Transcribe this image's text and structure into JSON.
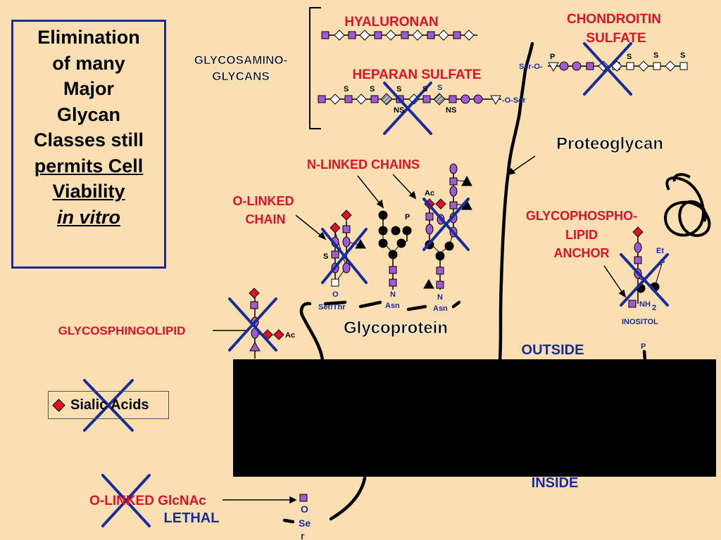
{
  "info_box": {
    "lines": [
      "Elimination",
      "of many",
      "Major",
      "Glycan",
      "Classes still",
      "permits Cell",
      "Viability",
      "in vitro"
    ]
  },
  "labels": {
    "glycosaminoglycans_1": "GLYCOSAMINO-",
    "glycosaminoglycans_2": "GLYCANS",
    "hyaluronan": "HYALURONAN",
    "heparan_sulfate": "HEPARAN SULFATE",
    "chondroitin_1": "CHONDROITIN",
    "chondroitin_2": "SULFATE",
    "proteoglycan": "Proteoglycan",
    "n_linked": "N-LINKED CHAINS",
    "o_linked_1": "O-LINKED",
    "o_linked_2": "CHAIN",
    "gpi_1": "GLYCOPHOSPHO-",
    "gpi_2": "LIPID",
    "gpi_3": "ANCHOR",
    "glycosphingolipid": "GLYCOSPHINGOLIPID",
    "glycoprotein": "Glycoprotein",
    "outside": "OUTSIDE",
    "inside": "INSIDE",
    "sialic_acids": "Sialic Acids",
    "o_linked_glcnac": "O-LINKED GlcNAc",
    "lethal": "LETHAL",
    "ser_o": "Ser-O-",
    "o_ser": "-O-Ser",
    "ser_thr": "Ser/Thr",
    "asn": "Asn",
    "n": "N",
    "o": "O",
    "s": "S",
    "ns": "NS",
    "p": "P",
    "ac": "Ac",
    "et": "Et",
    "nh": "NH",
    "nh_sub": "2",
    "inositol": "INOSITOL",
    "o_se_r_1": "O",
    "o_se_r_2": "Se",
    "o_se_r_3": "r"
  },
  "colors": {
    "background": "#f9dfb2",
    "red_label": "#e0102a",
    "blue_label": "#1a2c9a",
    "purple_sugar": "#a05ad2",
    "cross": "#1a2c9a"
  },
  "icons": [
    "purple-square-sugar",
    "white-diamond-sugar",
    "purple-circle-sugar",
    "black-circle-sugar",
    "red-diamond-sialic-acid",
    "black-triangle-fucose",
    "white-square-sugar",
    "hatched-diamond-sugar",
    "white-triangle-xylose",
    "blue-x-cross"
  ]
}
